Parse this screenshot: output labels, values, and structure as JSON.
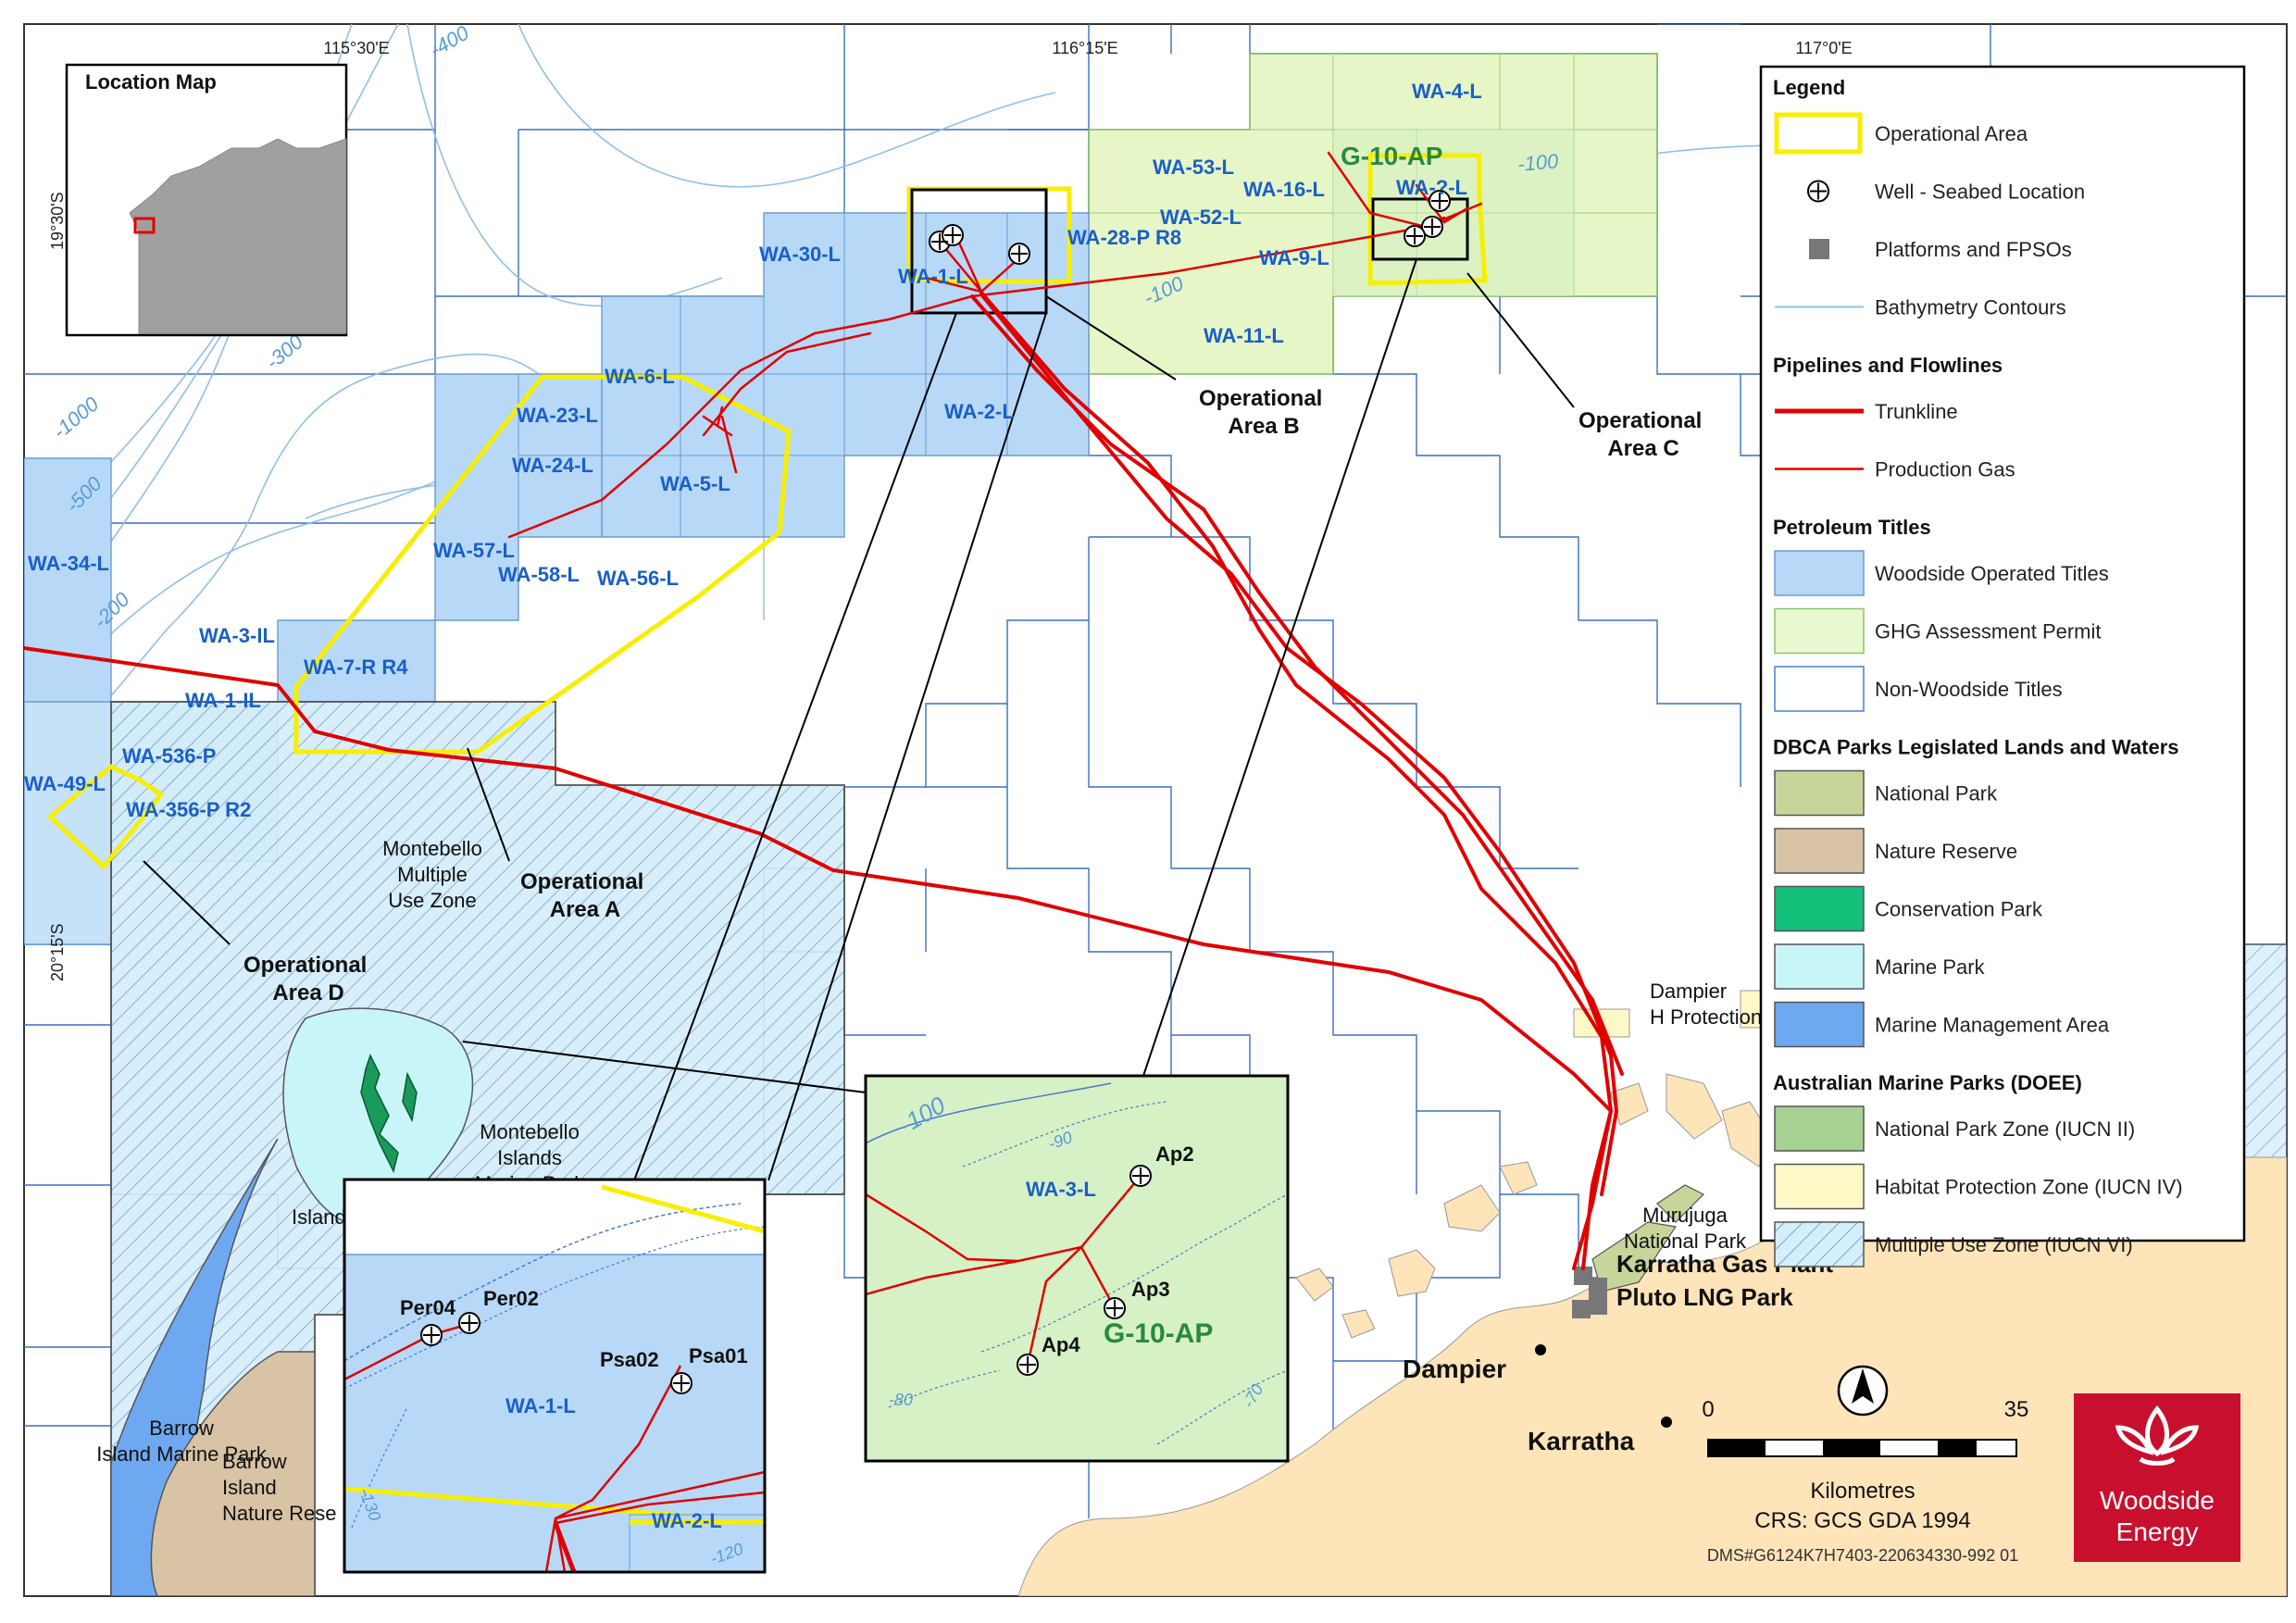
{
  "map": {
    "graticule": {
      "top": [
        "115°30'E",
        "116°15'E",
        "117°0'E"
      ],
      "left": [
        "19°30'S",
        "20°15'S"
      ]
    },
    "location_map": {
      "title": "Location Map"
    },
    "petroleum_titles": [
      "WA-4-L",
      "WA-53-L",
      "WA-16-L",
      "WA-52-L",
      "WA-9-L",
      "WA-11-L",
      "WA-28-P R8",
      "WA-30-L",
      "WA-1-L",
      "WA-2-L",
      "WA-6-L",
      "WA-23-L",
      "WA-24-L",
      "WA-5-L",
      "WA-57-L",
      "WA-58-L",
      "WA-56-L",
      "WA-34-L",
      "WA-3-IL",
      "WA-7-R R4",
      "WA-1-IL",
      "WA-536-P",
      "WA-49-L",
      "WA-356-P R2"
    ],
    "field_name": "G-10-AP",
    "field_label_partial": "WA-?-L",
    "contours": [
      "-400",
      "-300",
      "-1000",
      "-500",
      "-200",
      "-100",
      "-100"
    ],
    "operational_areas": [
      "Operational Area A",
      "Operational Area B",
      "Operational Area C",
      "Operational Area D"
    ],
    "places": {
      "montebello_muz": "Montebello Multiple Use Zone",
      "montebello_mp": "Montebello Islands Marine Park",
      "barrow_mp": "Barrow Island Marine Park",
      "barrow_nr": "Barrow Island Nature Rese",
      "island_partial": "Island",
      "dampier_partial": "Dampier H Protection",
      "murujuga": "Murujuga National Park",
      "karratha_gas": "Karratha Gas Plant",
      "pluto": "Pluto LNG Park",
      "dampier": "Dampier",
      "karratha": "Karratha"
    },
    "inset_left": {
      "wells": [
        "Per04",
        "Per02",
        "Psa02",
        "Psa01"
      ],
      "titles": [
        "WA-1-L",
        "WA-2-L"
      ],
      "contours": [
        "-130",
        "-120"
      ]
    },
    "inset_right": {
      "wells": [
        "Ap2",
        "Ap3",
        "Ap4"
      ],
      "titles": [
        "WA-3-L"
      ],
      "field": "G-10-AP",
      "contours": [
        "-100",
        "-90",
        "-80",
        "-70"
      ]
    },
    "scale": {
      "start": "0",
      "end": "35",
      "unit": "Kilometres"
    },
    "crs": "CRS: GCS GDA 1994",
    "doc_id": "DMS#G6124K7H7403-220634330-992 01",
    "logo": {
      "line1": "Woodside",
      "line2": "Energy",
      "color": "#c8102e"
    }
  },
  "legend": {
    "title": "Legend",
    "items": [
      {
        "kind": "head",
        "label": "Legend"
      },
      {
        "kind": "opArea",
        "label": "Operational Area"
      },
      {
        "kind": "well",
        "label": "Well - Seabed Location"
      },
      {
        "kind": "platform",
        "label": "Platforms and FPSOs"
      },
      {
        "kind": "bathy",
        "label": "Bathymetry Contours"
      },
      {
        "kind": "head",
        "label": "Pipelines and Flowlines"
      },
      {
        "kind": "trunk",
        "label": "Trunkline"
      },
      {
        "kind": "prod",
        "label": "Production Gas"
      },
      {
        "kind": "head",
        "label": "Petroleum Titles"
      },
      {
        "kind": "fill",
        "label": "Woodside Operated Titles",
        "color": "#b7d9f7",
        "stroke": "#6a9cd0"
      },
      {
        "kind": "fill",
        "label": "GHG Assessment Permit",
        "color": "#eaf8cf",
        "stroke": "#8cc46c"
      },
      {
        "kind": "fill",
        "label": "Non-Woodside Titles",
        "color": "#ffffff",
        "stroke": "#4a7fc9"
      },
      {
        "kind": "head",
        "label": "DBCA Parks Legislated Lands and Waters"
      },
      {
        "kind": "fill",
        "label": "National Park",
        "color": "#c6d69a",
        "stroke": "#555555"
      },
      {
        "kind": "fill",
        "label": "Nature Reserve",
        "color": "#d8c3a5",
        "stroke": "#555555"
      },
      {
        "kind": "fill",
        "label": "Conservation Park",
        "color": "#14c07a",
        "stroke": "#555555"
      },
      {
        "kind": "fill",
        "label": "Marine Park",
        "color": "#c8f5f7",
        "stroke": "#555555"
      },
      {
        "kind": "fill",
        "label": "Marine Management Area",
        "color": "#6ea8f0",
        "stroke": "#555555"
      },
      {
        "kind": "head",
        "label": "Australian Marine Parks (DOEE)"
      },
      {
        "kind": "fill",
        "label": "National Park Zone (IUCN II)",
        "color": "#a6d193",
        "stroke": "#555555"
      },
      {
        "kind": "fill",
        "label": "Habitat Protection Zone (IUCN IV)",
        "color": "#fdf8c6",
        "stroke": "#555555"
      },
      {
        "kind": "hatch",
        "label": "Multiple Use Zone (IUCN VI)",
        "color": "#d4eefb",
        "stroke": "#555555"
      }
    ]
  }
}
